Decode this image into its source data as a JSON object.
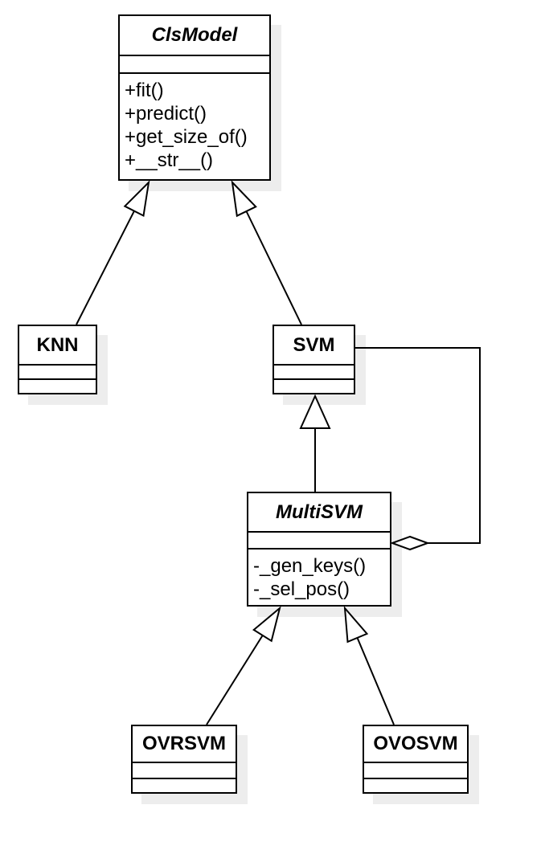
{
  "diagram": {
    "kind": "uml-class-diagram",
    "colors": {
      "line": "#000000",
      "box_fill": "#ffffff",
      "text": "#000000",
      "shadow": "#ededed",
      "background": "#ffffff"
    },
    "classes": [
      {
        "name": "ClsModel",
        "abstract": true,
        "attributes": [],
        "methods": [
          "+fit()",
          "+predict()",
          "+get_size_of()",
          "+__str__()"
        ]
      },
      {
        "name": "KNN",
        "abstract": false,
        "attributes": [],
        "methods": []
      },
      {
        "name": "SVM",
        "abstract": false,
        "attributes": [],
        "methods": []
      },
      {
        "name": "MultiSVM",
        "abstract": true,
        "attributes": [],
        "methods": [
          "-_gen_keys()",
          "-_sel_pos()"
        ]
      },
      {
        "name": "OVRSVM",
        "abstract": false,
        "attributes": [],
        "methods": []
      },
      {
        "name": "OVOSVM",
        "abstract": false,
        "attributes": [],
        "methods": []
      }
    ],
    "relationships": [
      {
        "type": "generalization",
        "from": "KNN",
        "to": "ClsModel"
      },
      {
        "type": "generalization",
        "from": "SVM",
        "to": "ClsModel"
      },
      {
        "type": "generalization",
        "from": "MultiSVM",
        "to": "SVM"
      },
      {
        "type": "aggregation",
        "whole": "MultiSVM",
        "part": "SVM"
      },
      {
        "type": "generalization",
        "from": "OVRSVM",
        "to": "MultiSVM"
      },
      {
        "type": "generalization",
        "from": "OVOSVM",
        "to": "MultiSVM"
      }
    ]
  }
}
